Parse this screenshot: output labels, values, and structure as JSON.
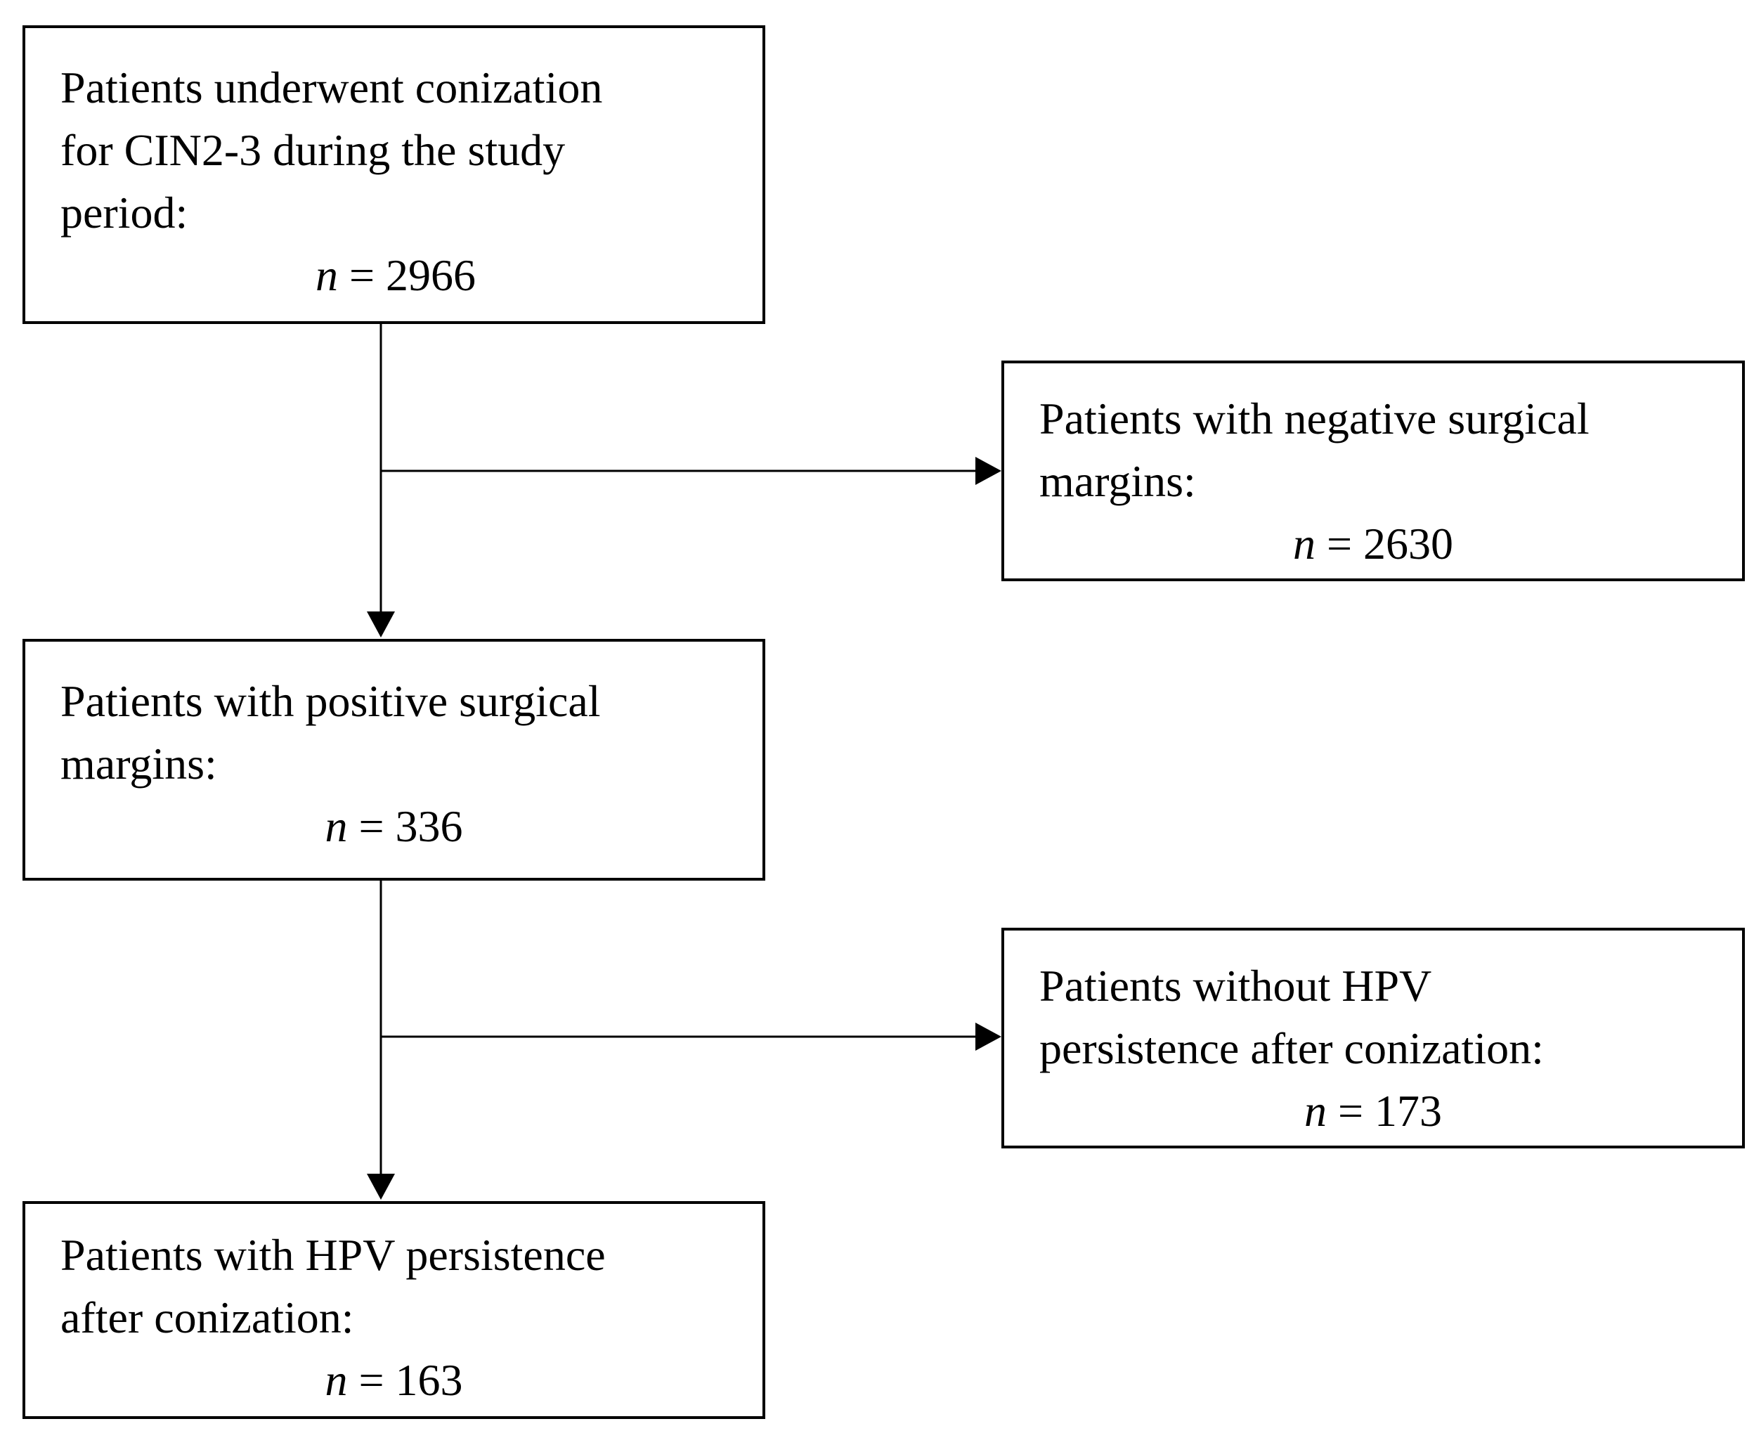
{
  "boxes": [
    {
      "lines": [
        "Patients underwent conization",
        "for CIN2-3 during the study",
        "period:"
      ],
      "n_symbol": "n",
      "n_value": "= 2966"
    },
    {
      "lines": [
        "Patients with negative surgical",
        "margins:"
      ],
      "n_symbol": "n",
      "n_value": "= 2630"
    },
    {
      "lines": [
        "Patients with positive surgical",
        "margins:"
      ],
      "n_symbol": "n",
      "n_value": "= 336"
    },
    {
      "lines": [
        "Patients without HPV",
        "persistence after conization:"
      ],
      "n_symbol": "n",
      "n_value": "= 173"
    },
    {
      "lines": [
        "Patients with HPV persistence",
        "after conization:"
      ],
      "n_symbol": "n",
      "n_value": "= 163"
    }
  ],
  "colors": {
    "stroke": "#000000",
    "background": "#ffffff"
  }
}
